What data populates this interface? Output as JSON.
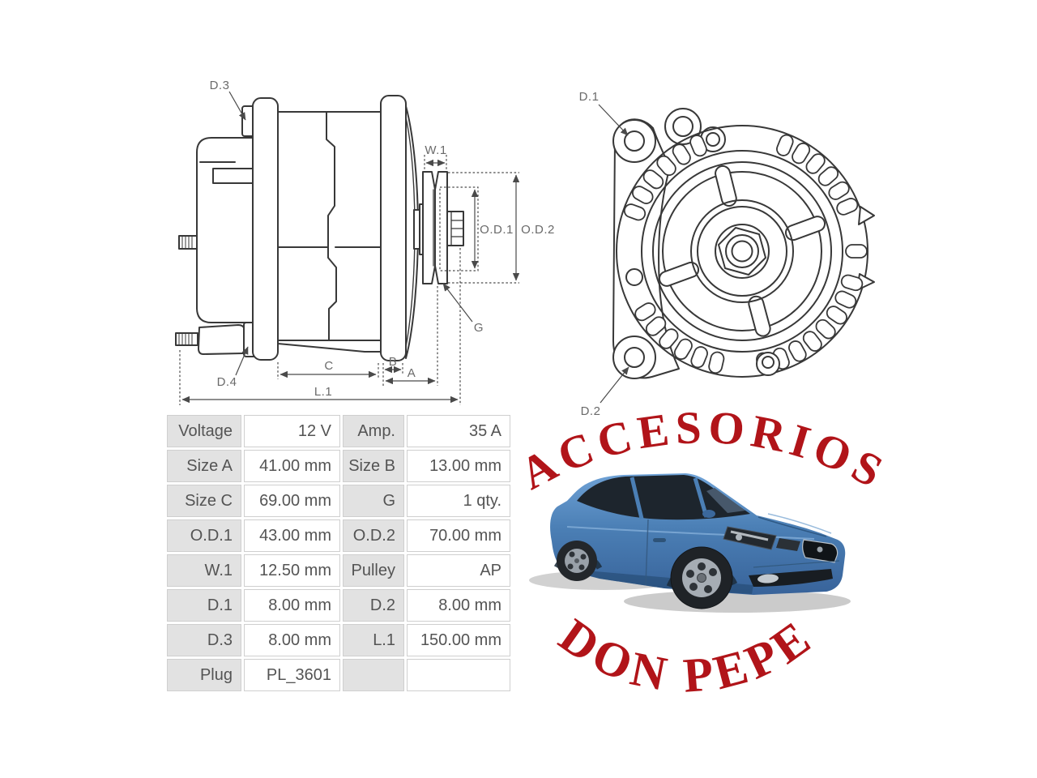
{
  "diagrams": {
    "side_view": {
      "description": "alternator side view technical drawing",
      "labels": {
        "d3": "D.3",
        "d4": "D.4",
        "w1": "W.1",
        "od1": "O.D.1",
        "od2": "O.D.2",
        "g": "G",
        "c": "C",
        "b": "B",
        "a": "A",
        "l1": "L.1"
      }
    },
    "front_view": {
      "description": "alternator front view technical drawing",
      "labels": {
        "d1": "D.1",
        "d2": "D.2"
      }
    }
  },
  "spec_table": {
    "rows": [
      {
        "c0": "Voltage",
        "c1": "12 V",
        "c2": "Amp.",
        "c3": "35 A"
      },
      {
        "c0": "Size A",
        "c1": "41.00 mm",
        "c2": "Size B",
        "c3": "13.00 mm"
      },
      {
        "c0": "Size C",
        "c1": "69.00 mm",
        "c2": "G",
        "c3": "1 qty."
      },
      {
        "c0": "O.D.1",
        "c1": "43.00 mm",
        "c2": "O.D.2",
        "c3": "70.00 mm"
      },
      {
        "c0": "W.1",
        "c1": "12.50 mm",
        "c2": "Pulley",
        "c3": "AP"
      },
      {
        "c0": "D.1",
        "c1": "8.00 mm",
        "c2": "D.2",
        "c3": "8.00 mm"
      },
      {
        "c0": "D.3",
        "c1": "8.00 mm",
        "c2": "L.1",
        "c3": "150.00 mm"
      },
      {
        "c0": "Plug",
        "c1": "PL_3601",
        "c2": "",
        "c3": ""
      }
    ]
  },
  "branding": {
    "arc_top": "ACCESORIOS",
    "arc_bottom": "DON PEPE",
    "text_color": "#b11419"
  },
  "colors": {
    "accent_red": "#b11419",
    "diagram_line": "#383838",
    "dim_line": "#4a4a4a",
    "dim_label": "#6a6a6a",
    "table_label_bg": "#e2e2e2",
    "table_value_bg": "#ffffff",
    "table_border": "#cfcfcf",
    "table_text": "#545454",
    "car_blue": "#4b7fb5"
  }
}
